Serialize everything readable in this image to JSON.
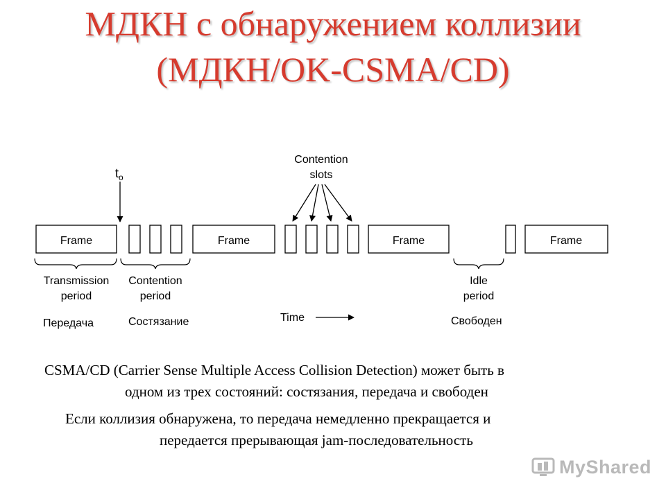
{
  "slide": {
    "title_line1": "МДКН с обнаружением коллизии",
    "title_line2": "(МДКН/OK-CSMA/CD)",
    "title_color": "#d63b2e"
  },
  "diagram": {
    "t0_label": "t",
    "t0_subscript": "o",
    "contention_slots_label": [
      "Contention",
      "slots"
    ],
    "frame_labels": [
      "Frame",
      "Frame",
      "Frame",
      "Frame"
    ],
    "brace_labels": {
      "transmission": [
        "Transmission",
        "period"
      ],
      "contention": [
        "Contention",
        "period"
      ],
      "idle": [
        "Idle",
        "period"
      ]
    },
    "time_label": "Time",
    "russian_labels": {
      "transmission": "Передача",
      "contention": "Состязание",
      "idle": "Свободен"
    }
  },
  "body": {
    "para1_line1": "CSMA/CD (Carrier Sense Multiple Access Collision Detection) может быть в",
    "para1_line2": "одном из трех состояний: состязания, передача и свободен",
    "para2_line1": "Если коллизия обнаружена, то передача немедленно прекращается и",
    "para2_line2": "передается прерывающая jam-последовательность"
  },
  "watermark": {
    "text": "MyShared",
    "icon": "myshared-logo-icon"
  }
}
